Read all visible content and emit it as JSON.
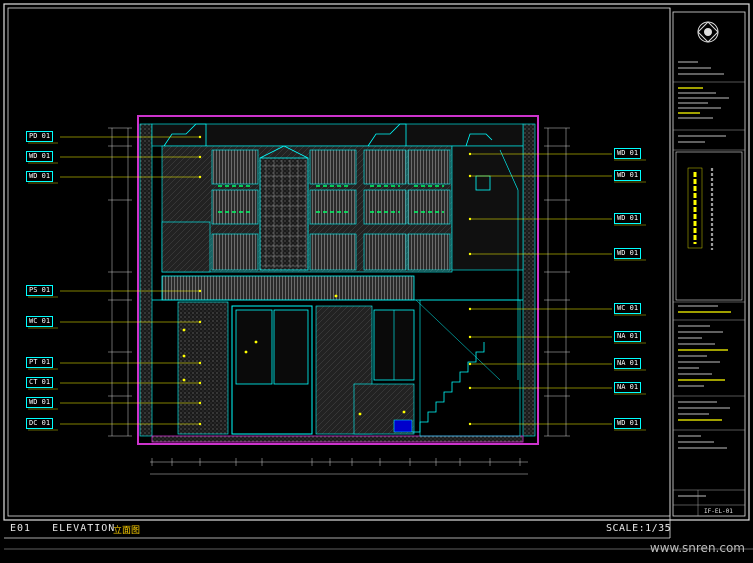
{
  "drawing": {
    "title_code": "E01",
    "title": "ELEVATION",
    "title_cn": "立面图",
    "scale": "SCALE:1/35",
    "watermark": "www.snren.com",
    "sheet_no": "IF-EL-01"
  },
  "tags_left": [
    {
      "code": "PD 01"
    },
    {
      "code": "WD 01"
    },
    {
      "code": "WD 01"
    },
    {
      "code": "PS 01"
    },
    {
      "code": "WC 01"
    },
    {
      "code": "PT 01"
    },
    {
      "code": "CT 01"
    },
    {
      "code": "WD 01"
    },
    {
      "code": "DC 01"
    }
  ],
  "tags_right": [
    {
      "code": "WD 01"
    },
    {
      "code": "WD 01"
    },
    {
      "code": "WD 01"
    },
    {
      "code": "WD 01"
    },
    {
      "code": "WC 01"
    },
    {
      "code": "NA 01"
    },
    {
      "code": "NA 01"
    },
    {
      "code": "NA 01"
    },
    {
      "code": "WD 01"
    }
  ],
  "colors": {
    "frame": "#e0e0e0",
    "section": "#cc33cc",
    "object": "#00ffff",
    "leader": "#ffff00",
    "dimension": "#d0d0d0",
    "tag_text": "#ffffff",
    "panel_fill": "#3a3a3a"
  }
}
